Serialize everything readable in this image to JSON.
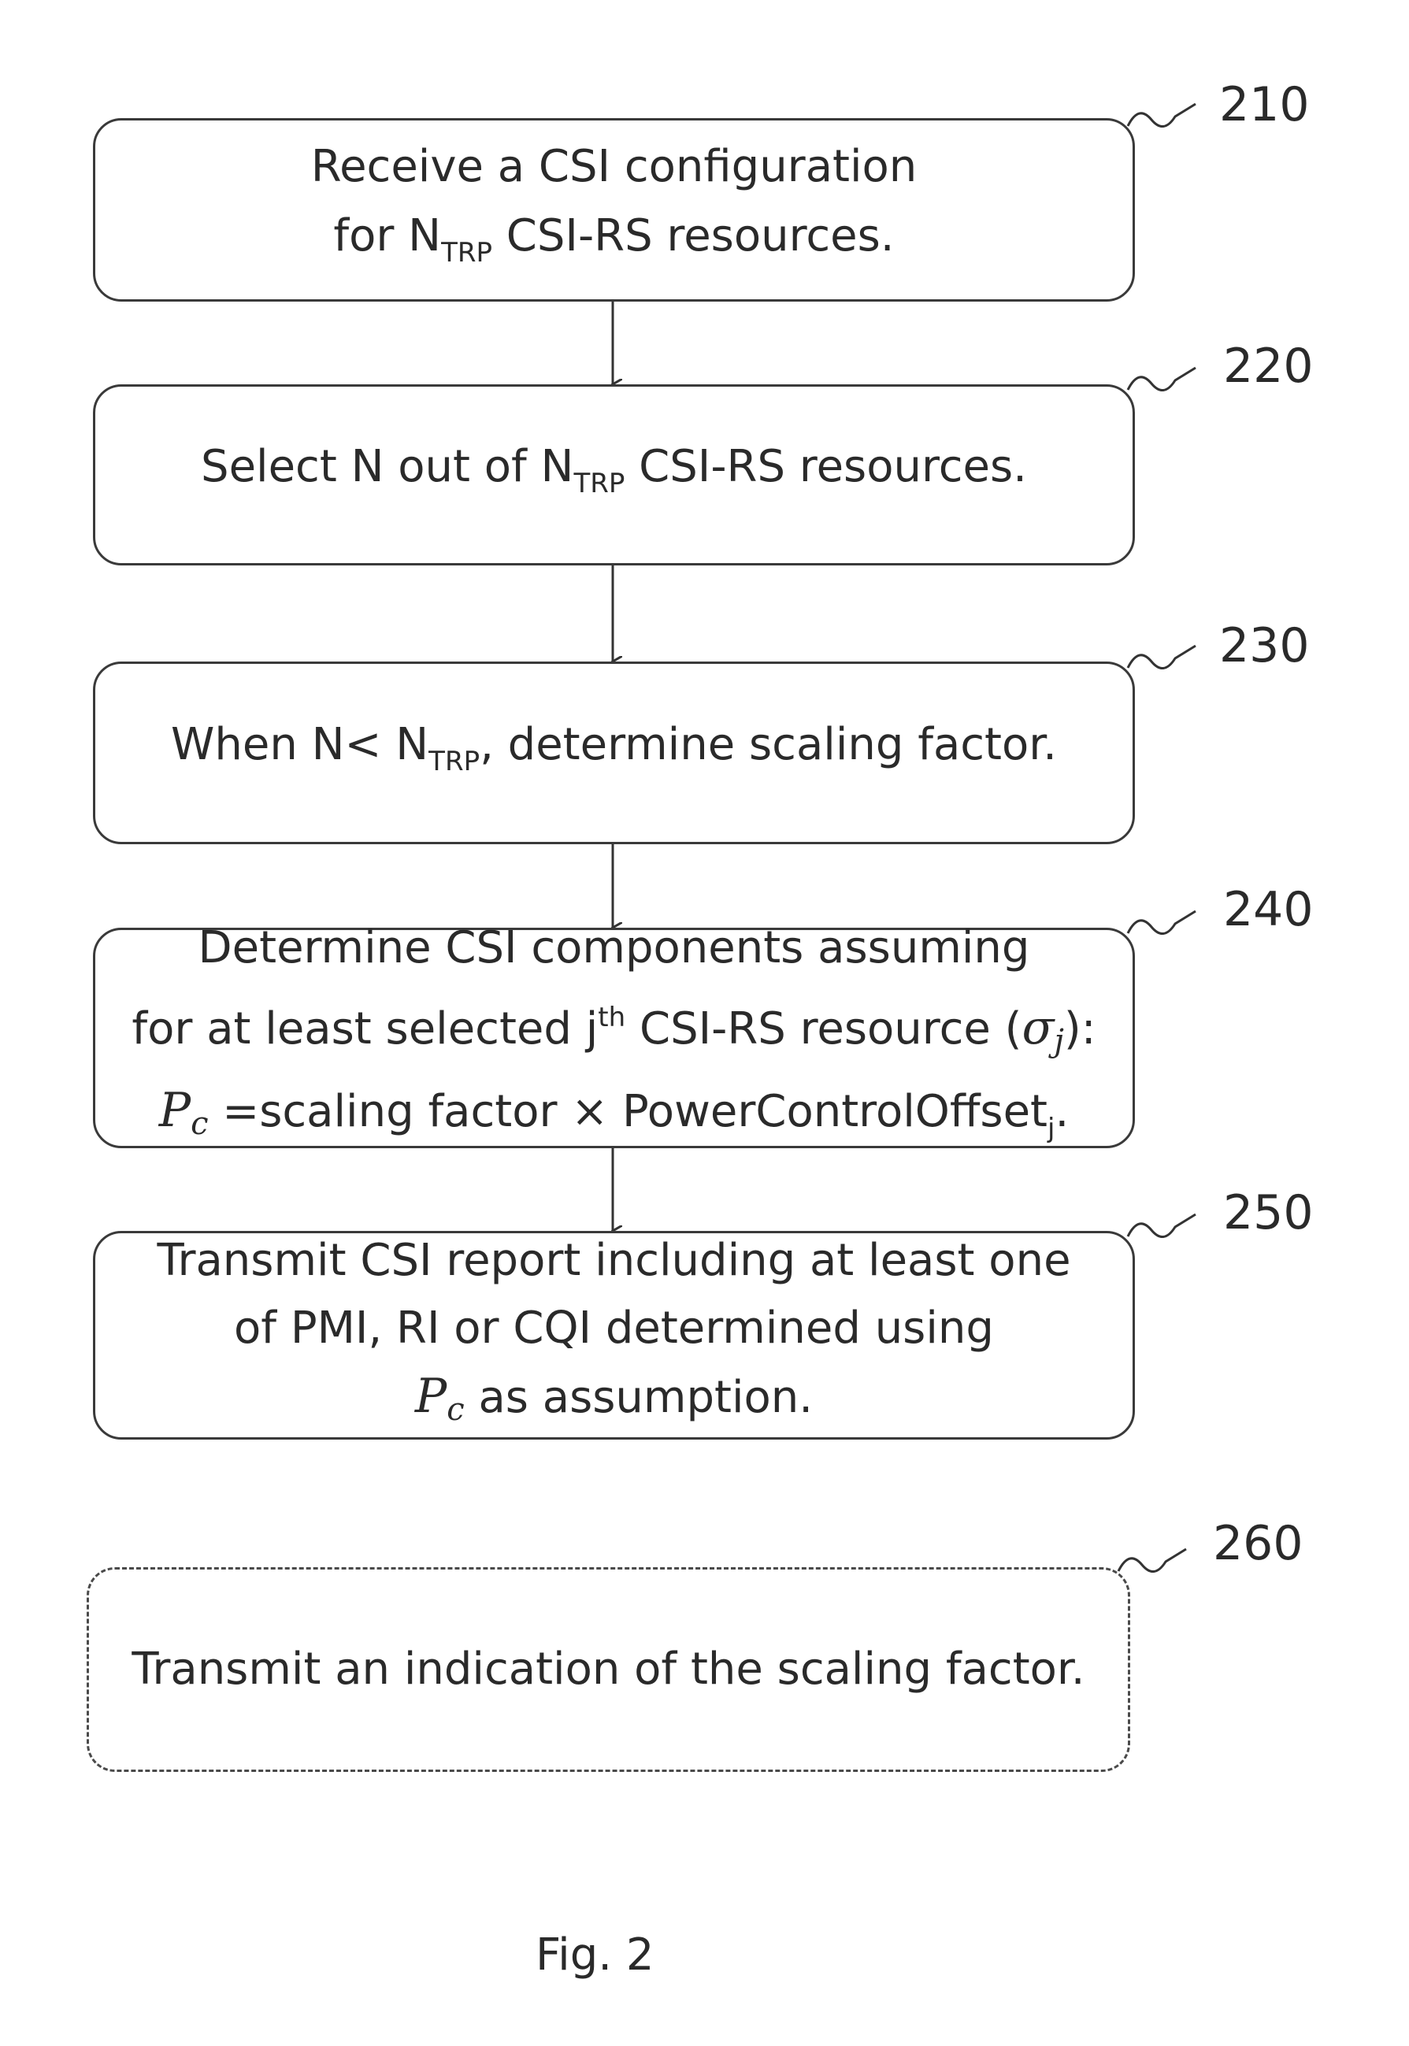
{
  "steps": [
    {
      "ref": "210",
      "lines": [
        {
          "text": "Receive a CSI configuration"
        },
        {
          "pre": "for N",
          "sub": "TRP",
          "post": " CSI-RS resources."
        }
      ]
    },
    {
      "ref": "220",
      "lines": [
        {
          "pre": "Select N out of N",
          "sub": "TRP",
          "post": " CSI-RS resources."
        }
      ]
    },
    {
      "ref": "230",
      "lines": [
        {
          "pre": "When N< N",
          "sub": "TRP",
          "post": ", determine scaling factor."
        }
      ]
    },
    {
      "ref": "240",
      "lines": [
        {
          "text": "Determine CSI components assuming"
        },
        {
          "pre": "for at least selected j",
          "sup": "th",
          "mid": " CSI-RS resource (",
          "math_base": "σ",
          "math_sub": "j",
          "post": "):"
        },
        {
          "math_base": "P",
          "math_sub": "c",
          "pre2": "  =scaling factor × PowerControlOffset",
          "sub": "j",
          "post": "."
        }
      ]
    },
    {
      "ref": "250",
      "lines": [
        {
          "text": "Transmit CSI report including at least one"
        },
        {
          "text": "of PMI, RI or CQI determined using"
        },
        {
          "math_base": "P",
          "math_sub": "c",
          "post": "  as assumption."
        }
      ]
    },
    {
      "ref": "260",
      "optional": true,
      "lines": [
        {
          "text": "Transmit an indication of the scaling factor."
        }
      ]
    }
  ],
  "figure_label": "Fig. 2"
}
